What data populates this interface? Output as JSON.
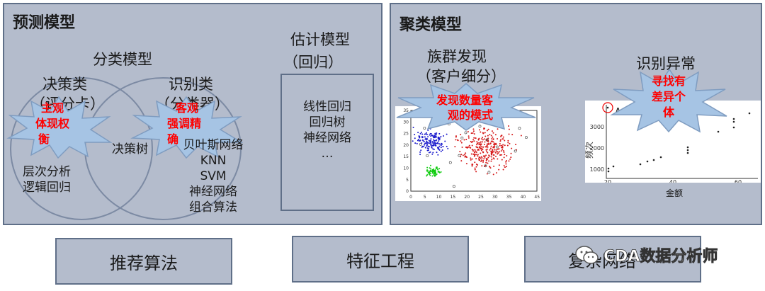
{
  "left_panel": {
    "title": "预测模型",
    "classification": {
      "title": "分类模型",
      "decision": {
        "title_line1": "决策类",
        "title_line2": "（评分卡）",
        "callout_line1": "主观",
        "callout_line2": "体现权",
        "callout_line3": "衡",
        "items": [
          "层次分析",
          "逻辑回归"
        ]
      },
      "shared": "决策树",
      "recognition": {
        "title_line1": "识别类",
        "title_line2": "（分类器）",
        "callout_line1": "客观",
        "callout_line2": "强调精",
        "callout_line3": "确",
        "items": [
          "贝叶斯网络",
          "KNN",
          "SVM",
          "神经网络",
          "组合算法"
        ]
      }
    },
    "estimation": {
      "title_line1": "估计模型",
      "title_line2": "（回归）",
      "items": [
        "线性回归",
        "回归树",
        "神经网络",
        "…"
      ]
    }
  },
  "right_panel": {
    "title": "聚类模型",
    "cluster": {
      "title_line1": "族群发现",
      "title_line2": "（客户细分）",
      "callout_line1": "发现数量客",
      "callout_line2": "观的模式"
    },
    "anomaly": {
      "title": "识别异常",
      "callout_line1": "寻找有",
      "callout_line2": "差异个",
      "callout_line3": "体"
    },
    "scatter_ticks": {
      "x": [
        "0",
        "5",
        "10",
        "15",
        "20",
        "25",
        "30",
        "35",
        "40",
        "45"
      ],
      "y": [
        "35",
        "30",
        "25",
        "20",
        "15",
        "10",
        "5",
        "0"
      ]
    },
    "anomaly_chart": {
      "point_label": "A",
      "ylabel": "频次",
      "xlabel": "金额",
      "yticks": [
        "3000",
        "2000",
        "1000"
      ],
      "xticks": [
        "20",
        "40",
        "60"
      ]
    }
  },
  "bottom": {
    "recommend": "推荐算法",
    "feature": "特征工程",
    "third_partial": "复杂网络"
  },
  "watermark": "CDA数据分析师",
  "colors": {
    "panel": "#b4bccc",
    "border": "#5f6f88",
    "callout": "#a6c4e4",
    "accent_red": "#ff0000"
  }
}
